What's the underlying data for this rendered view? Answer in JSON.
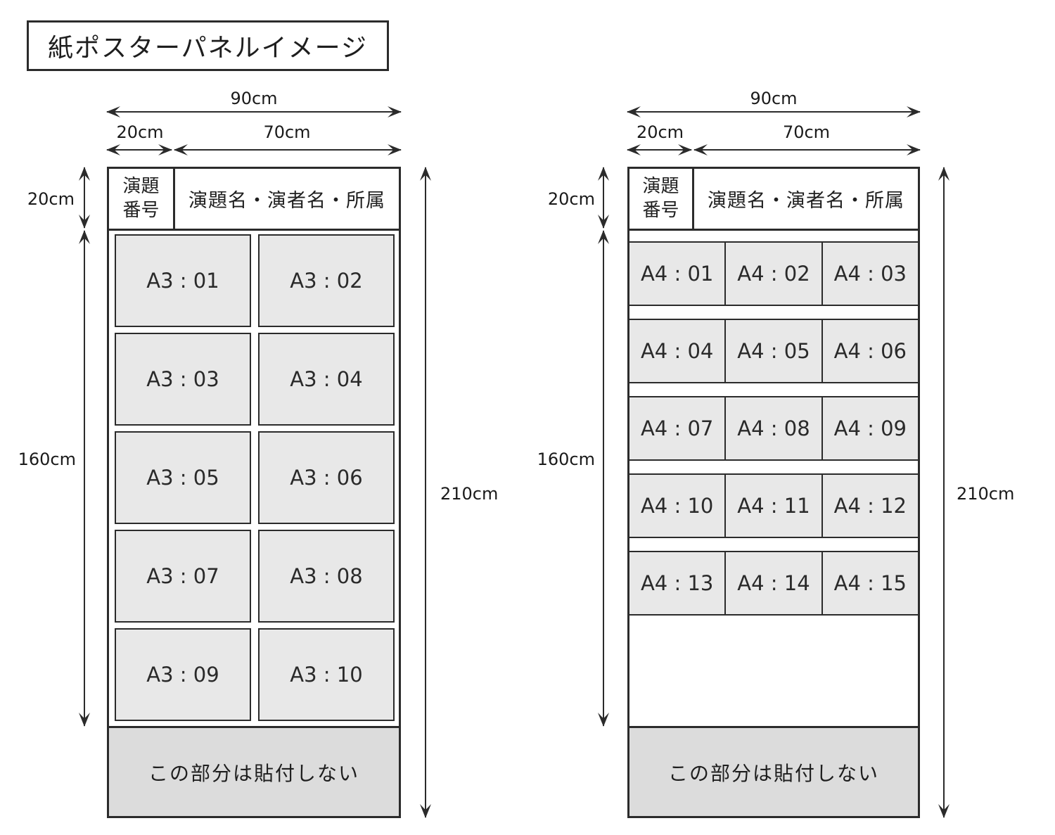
{
  "title": "紙ポスターパネルイメージ",
  "colors": {
    "line": "#2b2b2b",
    "cell_fill": "#e8e8e8",
    "no_paste_fill": "#dcdcdc",
    "background": "#ffffff"
  },
  "panels": {
    "left": {
      "format": "A3",
      "header": {
        "number_label": "演題番号",
        "title_label": "演題名・演者名・所属"
      },
      "grid": {
        "columns": 2,
        "rows": 5
      },
      "cells": [
        "A3 : 01",
        "A3 : 02",
        "A3 : 03",
        "A3 : 04",
        "A3 : 05",
        "A3 : 06",
        "A3 : 07",
        "A3 : 08",
        "A3 : 09",
        "A3 : 10"
      ],
      "no_paste_label": "この部分は貼付しない",
      "dimensions": {
        "total_width": "90cm",
        "number_column_width": "20cm",
        "title_column_width": "70cm",
        "header_height": "20cm",
        "content_height": "160cm",
        "total_height": "210cm"
      }
    },
    "right": {
      "format": "A4",
      "header": {
        "number_label": "演題番号",
        "title_label": "演題名・演者名・所属"
      },
      "grid": {
        "columns": 3,
        "rows": 5
      },
      "cells": [
        "A4 : 01",
        "A4 : 02",
        "A4 : 03",
        "A4 : 04",
        "A4 : 05",
        "A4 : 06",
        "A4 : 07",
        "A4 : 08",
        "A4 : 09",
        "A4 : 10",
        "A4 : 11",
        "A4 : 12",
        "A4 : 13",
        "A4 : 14",
        "A4 : 15"
      ],
      "no_paste_label": "この部分は貼付しない",
      "dimensions": {
        "total_width": "90cm",
        "number_column_width": "20cm",
        "title_column_width": "70cm",
        "header_height": "20cm",
        "content_height": "160cm",
        "total_height": "210cm"
      }
    }
  }
}
